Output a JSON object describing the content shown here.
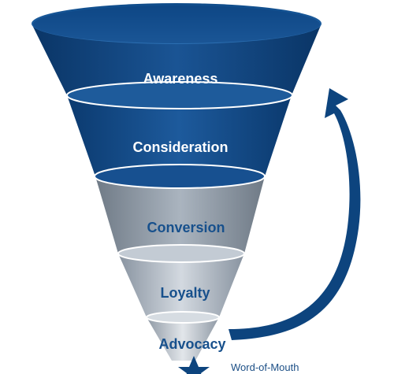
{
  "diagram": {
    "type": "funnel",
    "stages": [
      {
        "label": "Awareness"
      },
      {
        "label": "Consideration"
      },
      {
        "label": "Conversion"
      },
      {
        "label": "Loyalty"
      },
      {
        "label": "Advocacy"
      }
    ],
    "loop_label": "Word-of-Mouth",
    "colors": {
      "dark_blue": "#0b3f78",
      "mid_blue": "#1e5a99",
      "rim_blue": "#2f76b8",
      "gray": "#8d99a6",
      "light_gray": "#c9d0d8",
      "label_white": "#ffffff",
      "label_blue": "#17508c",
      "arrow": "#0d447e"
    }
  }
}
